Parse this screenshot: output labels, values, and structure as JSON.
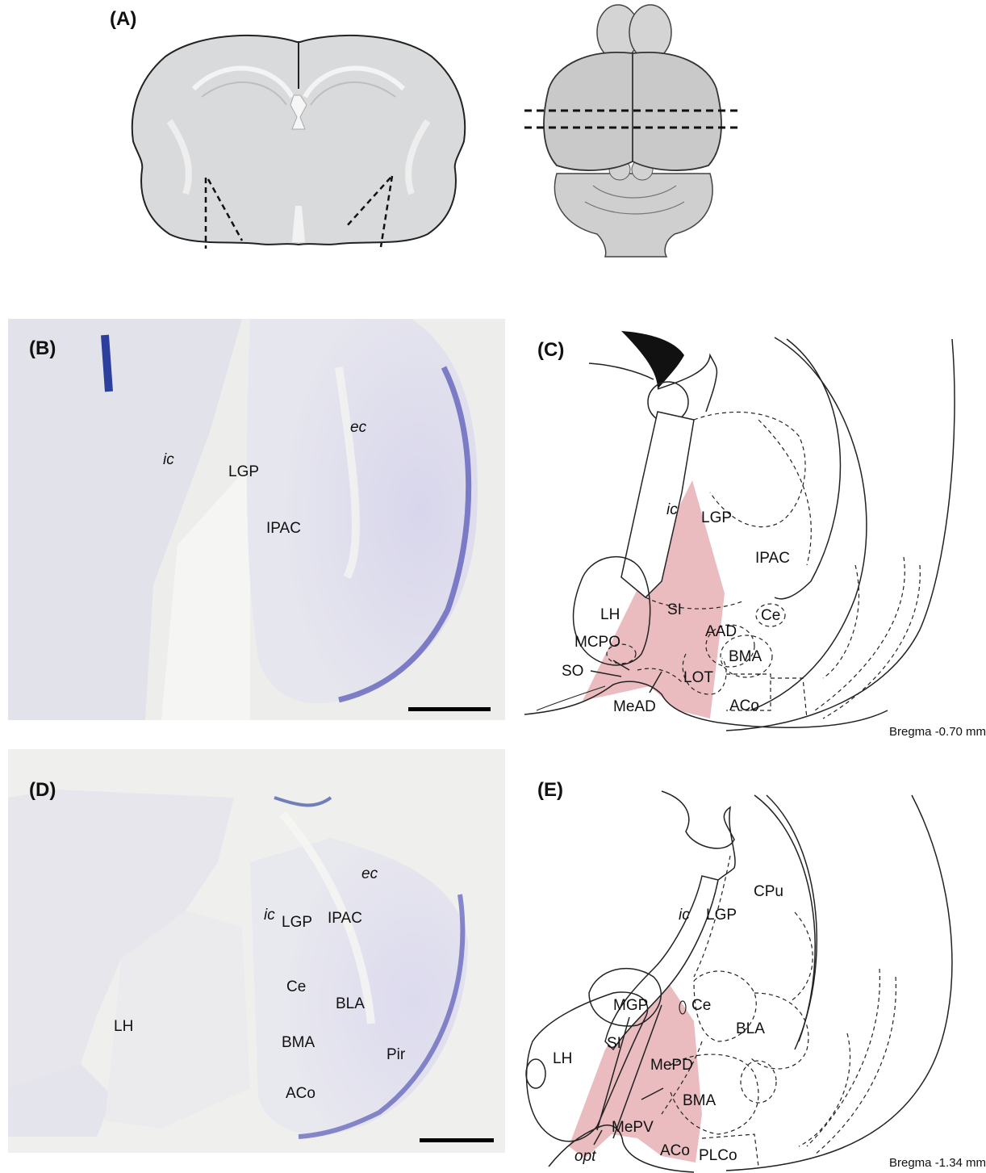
{
  "panels": {
    "a": {
      "label": "(A)"
    },
    "b": {
      "label": "(B)",
      "regions": {
        "ic": "ic",
        "ec": "ec",
        "lgp": "LGP",
        "ipac": "IPAC"
      }
    },
    "c": {
      "label": "(C)",
      "regions": {
        "ic": "ic",
        "lgp": "LGP",
        "ipac": "IPAC",
        "lh": "LH",
        "si": "SI",
        "ce": "Ce",
        "aad": "AAD",
        "mcpo": "MCPO",
        "bma": "BMA",
        "so": "SO",
        "lot": "LOT",
        "meAD": "MeAD",
        "aco": "ACo"
      },
      "bregma": "Bregma -0.70 mm"
    },
    "d": {
      "label": "(D)",
      "regions": {
        "ec": "ec",
        "ic": "ic",
        "lgp": "LGP",
        "ipac": "IPAC",
        "ce": "Ce",
        "bla": "BLA",
        "lh": "LH",
        "bma": "BMA",
        "pir": "Pir",
        "aco": "ACo"
      }
    },
    "e": {
      "label": "(E)",
      "regions": {
        "cpu": "CPu",
        "ic": "ic",
        "lgp": "LGP",
        "mgp": "MGP",
        "ce": "Ce",
        "bla": "BLA",
        "si": "SI",
        "lh": "LH",
        "mePD": "MePD",
        "bma": "BMA",
        "mePV": "MePV",
        "opt": "opt",
        "aco": "ACo",
        "plco": "PLCo"
      },
      "bregma": "Bregma -1.34 mm"
    }
  },
  "colors": {
    "highlight": "#e8b4b8",
    "stain": "#6b6bbd",
    "tissue": "#eef0ee",
    "brain_gray": "#d8d8d8"
  }
}
